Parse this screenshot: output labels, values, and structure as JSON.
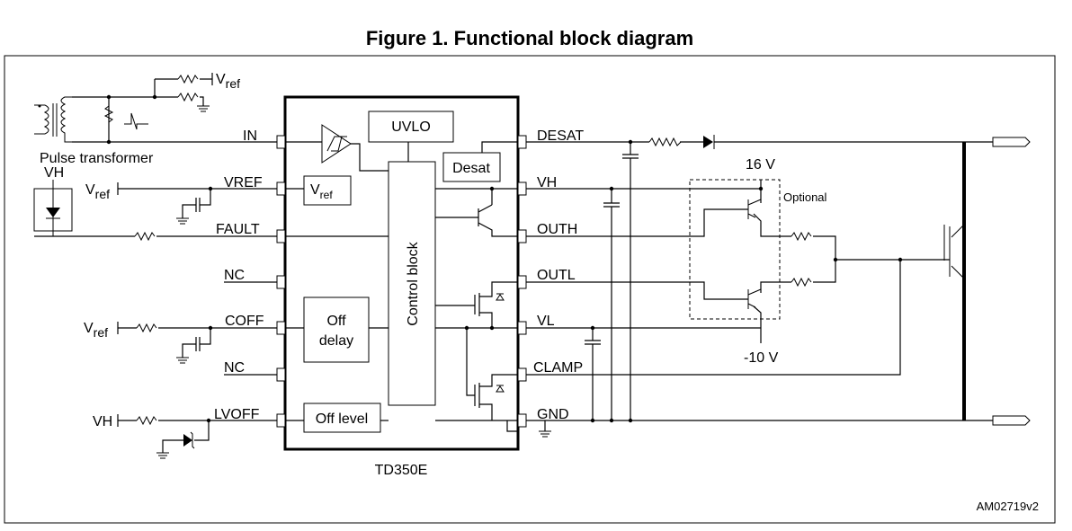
{
  "figure": {
    "title": "Figure 1. Functional block diagram",
    "chip_name": "TD350E",
    "doc_code": "AM02719v2"
  },
  "blocks": {
    "uvlo": "UVLO",
    "desat": "Desat",
    "vref_base": "V",
    "vref_sub": "ref",
    "control": "Control block",
    "off_delay_line1": "Off",
    "off_delay_line2": "delay",
    "off_level": "Off level"
  },
  "pins_left": {
    "in": "IN",
    "vref": "VREF",
    "fault": "FAULT",
    "nc1": "NC",
    "coff": "COFF",
    "nc2": "NC",
    "lvoff": "LVOFF"
  },
  "pins_right": {
    "desat": "DESAT",
    "vh": "VH",
    "outh": "OUTH",
    "outl": "OUTL",
    "vl": "VL",
    "clamp": "CLAMP",
    "gnd": "GND"
  },
  "external": {
    "vref_base": "V",
    "vref_sub": "ref",
    "pulse_transformer": "Pulse transformer",
    "vh": "VH",
    "v16": "16 V",
    "vneg10": "-10 V",
    "optional": "Optional"
  }
}
